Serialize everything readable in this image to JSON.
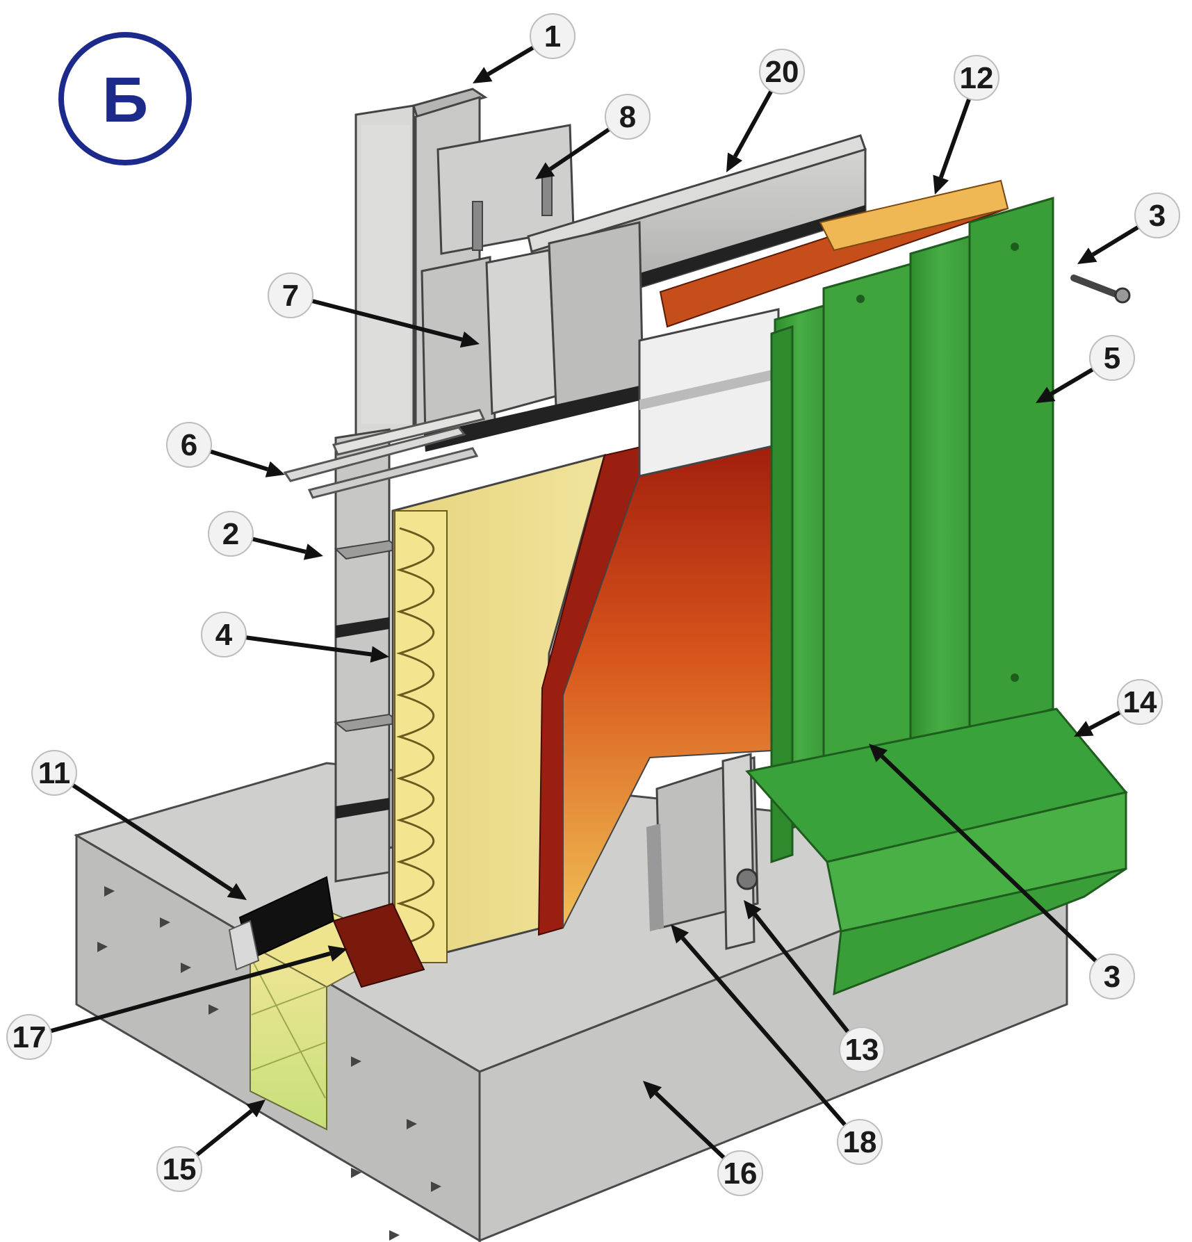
{
  "badge": {
    "label": "Б",
    "color": "#1c2a8c"
  },
  "colors": {
    "concrete": "#c9c9c7",
    "concrete_dark": "#a9a9a7",
    "steel": "#c2c2c0",
    "steel_light": "#e4e4e2",
    "mineral_wool": "#e9d98a",
    "mineral_wool_wave": "#f3e58f",
    "membrane_red": "#9b1f10",
    "panel_green": "#3fa43c",
    "panel_green_dark": "#2f8a2d",
    "sealant_black": "#111111",
    "foam_yellow": "#eee58a",
    "outline": "#333333"
  },
  "callouts": [
    {
      "label": "1"
    },
    {
      "label": "8"
    },
    {
      "label": "20"
    },
    {
      "label": "12"
    },
    {
      "label": "3"
    },
    {
      "label": "7"
    },
    {
      "label": "5"
    },
    {
      "label": "6"
    },
    {
      "label": "2"
    },
    {
      "label": "4"
    },
    {
      "label": "14"
    },
    {
      "label": "11"
    },
    {
      "label": "3"
    },
    {
      "label": "17"
    },
    {
      "label": "13"
    },
    {
      "label": "15"
    },
    {
      "label": "18"
    },
    {
      "label": "16"
    }
  ]
}
